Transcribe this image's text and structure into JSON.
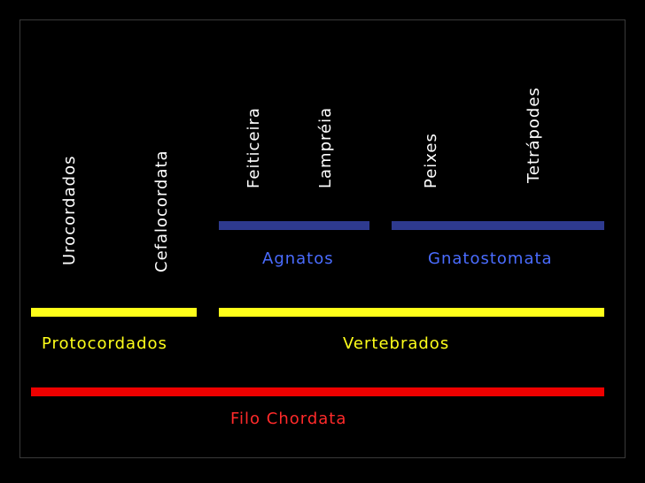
{
  "taxa": {
    "urocordados": "Urocordados",
    "cefalocordata": "Cefalocordata",
    "feiticeira": "Feiticeira",
    "lampreia": "Lampréia",
    "peixes": "Peixes",
    "tetrapodes": "Tetrápodes"
  },
  "groups": {
    "agnatos": "Agnatos",
    "gnatostomata": "Gnatostomata",
    "protocordados": "Protocordados",
    "vertebrados": "Vertebrados",
    "filo": "Filo Chordata"
  },
  "colors": {
    "background": "#000000",
    "label_white": "#ffffff",
    "agnatha_bar": "#2e3a8f",
    "vertebrate_bar": "#ffff1a",
    "chordata_bar": "#ee0000",
    "blue_label": "#4a6cff",
    "yellow_label": "#ffff1a",
    "red_label": "#ff2a2a"
  }
}
